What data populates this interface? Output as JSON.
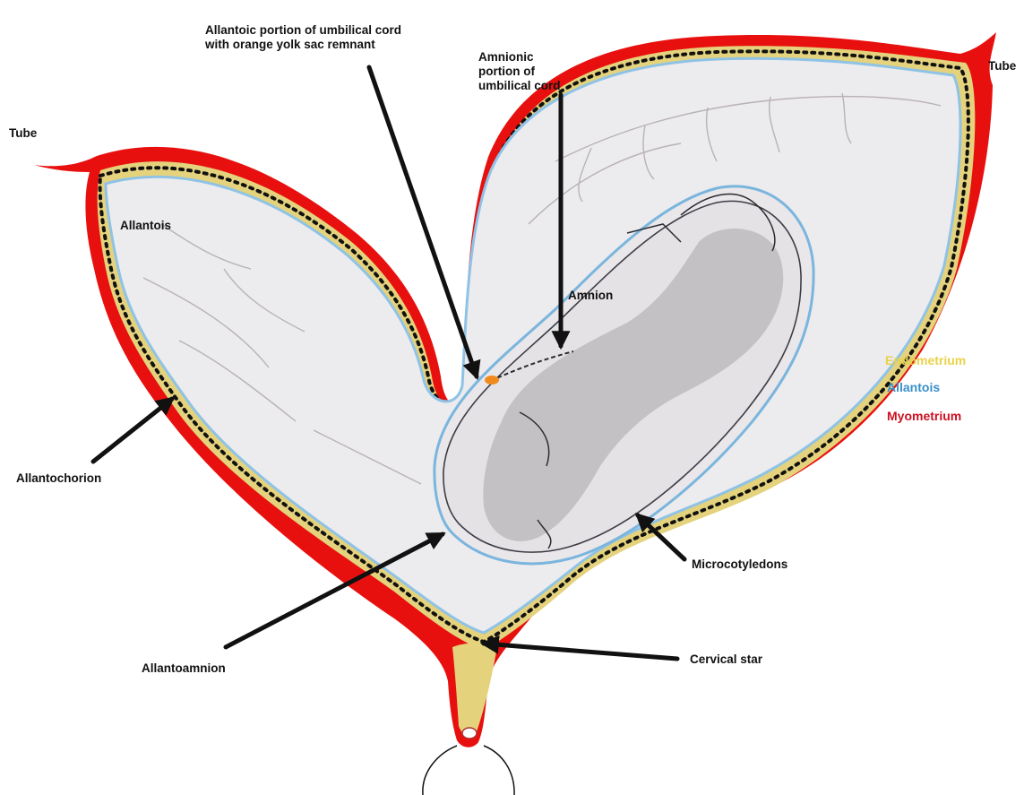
{
  "labels": {
    "tube_left": "Tube",
    "tube_right": "Tube",
    "allantoic_cord_line1": "Allantoic portion of umbilical cord",
    "allantoic_cord_line2": "with orange yolk sac remnant",
    "amnionic_cord_line1": "Amnionic",
    "amnionic_cord_line2": "portion of",
    "amnionic_cord_line3": "umbilical cord",
    "allantois": "Allantois",
    "amnion": "Amnion",
    "allantochorion": "Allantochorion",
    "microcotyledons": "Microcotyledons",
    "allantoamnion": "Allantoamnion",
    "cervical_star": "Cervical star"
  },
  "legend": [
    {
      "label": "Endometrium",
      "color": "#e8d24a"
    },
    {
      "label": "Allantois",
      "color": "#3a8fc8"
    },
    {
      "label": "Myometrium",
      "color": "#cc1122"
    }
  ],
  "colors": {
    "myometrium": "#e8100f",
    "endometrium": "#e4d27c",
    "allantois_line": "#8fc3e6",
    "allantois_fill": "#ece9ec",
    "yolk_sac": "#f08a1c",
    "arrow": "#111111"
  }
}
